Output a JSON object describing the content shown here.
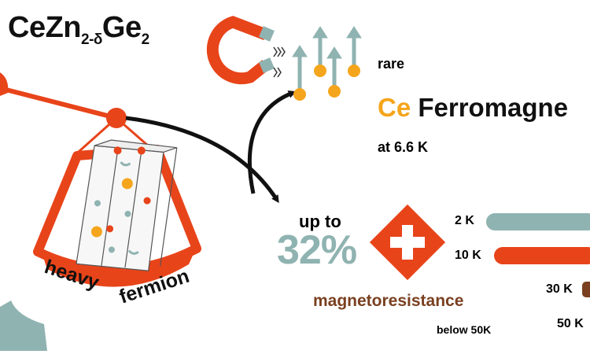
{
  "formula": {
    "main": "CeZn",
    "sub1": "2-δ",
    "mid": "Ge",
    "sub2": "2"
  },
  "magnetism": {
    "rare": "rare",
    "element": "Ce",
    "title": " Ferromagne",
    "temperature": "at 6.6 K"
  },
  "heavy_fermion": {
    "word1": "heavy",
    "word2": "fermion"
  },
  "magnetoresistance": {
    "up_to": "up to",
    "percent": "32%",
    "label": "magnetoresistance",
    "condition": "below 50K"
  },
  "temperature_bars": [
    {
      "label": "2 K",
      "color": "#8fb3b1"
    },
    {
      "label": "10 K",
      "color": "#e8441a"
    },
    {
      "label": "30 K",
      "color": "#7a4020"
    },
    {
      "label": "50 K",
      "color": "#8fb3b1"
    }
  ],
  "colors": {
    "accent_red": "#e8441a",
    "accent_teal": "#8fb3b1",
    "accent_yellow": "#f5a51c",
    "accent_brown": "#7a4020"
  },
  "icons": [
    "horseshoe-magnet-icon",
    "spin-arrow-icon",
    "plus-icon",
    "balance-scale-icon",
    "crystal-structure-icon"
  ]
}
